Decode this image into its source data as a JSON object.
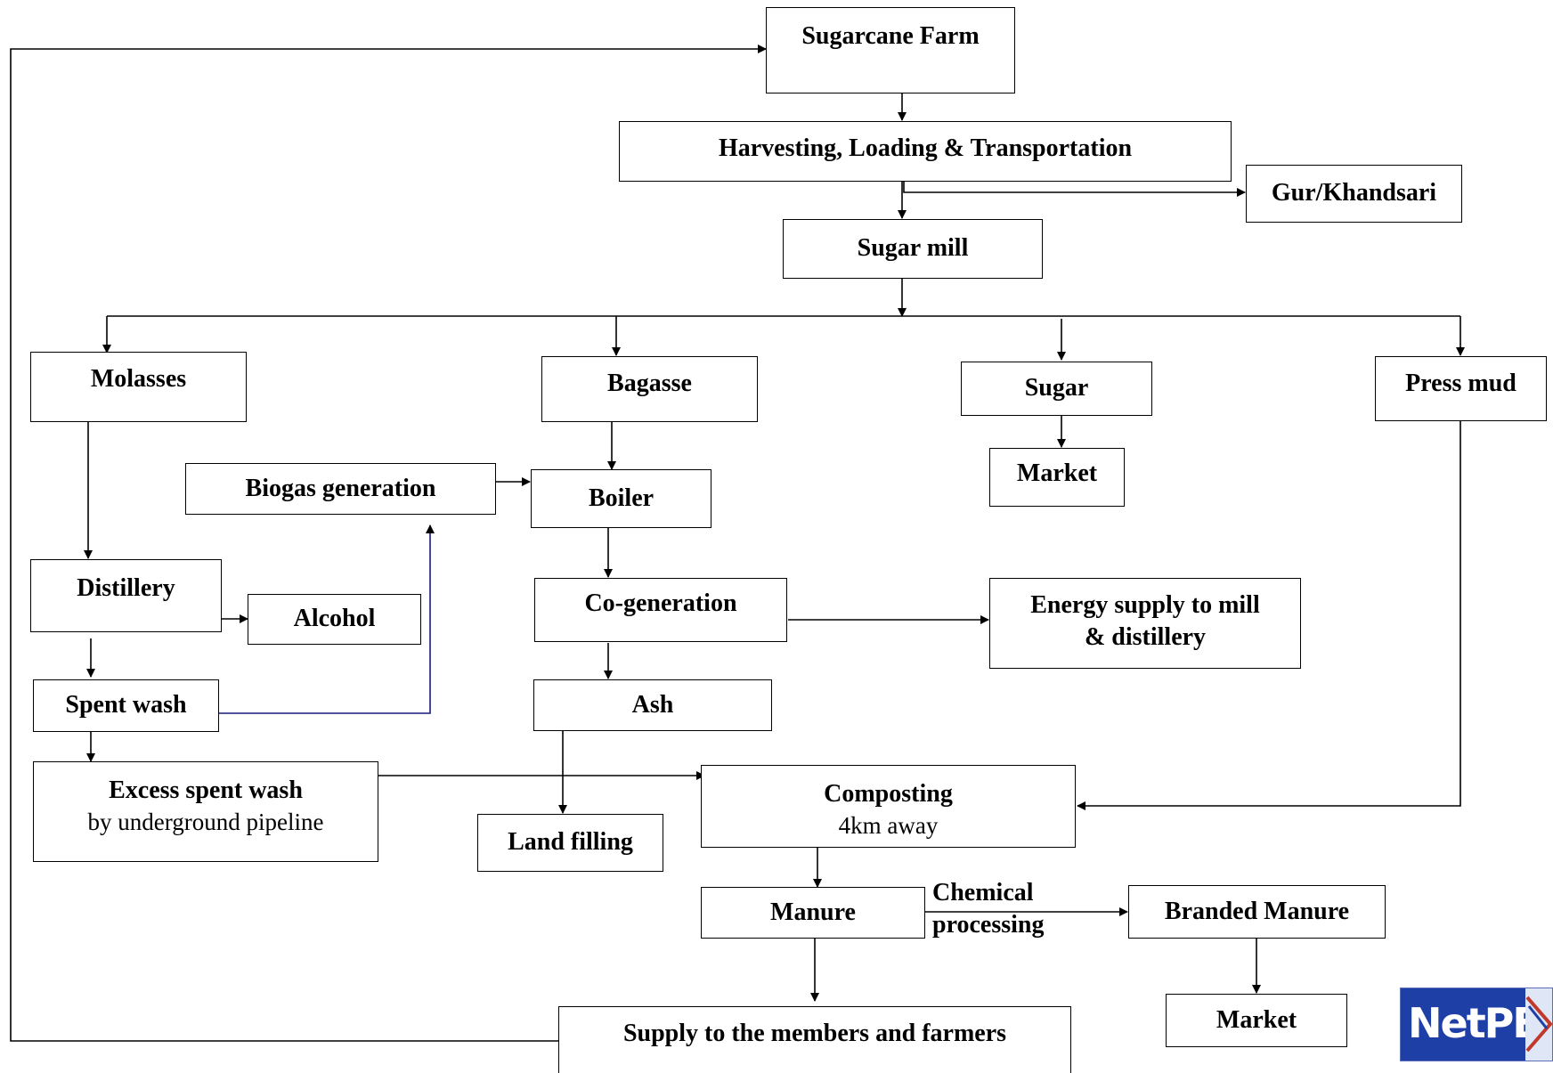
{
  "nodes": {
    "sugarcane_farm": "Sugarcane Farm",
    "harvesting": "Harvesting, Loading & Transportation",
    "gur_khandsari": "Gur/Khandsari",
    "sugar_mill": "Sugar mill",
    "molasses": "Molasses",
    "bagasse": "Bagasse",
    "sugar": "Sugar",
    "press_mud": "Press mud",
    "market_sugar": "Market",
    "biogas": "Biogas generation",
    "boiler": "Boiler",
    "distillery": "Distillery",
    "alcohol": "Alcohol",
    "cogeneration": "Co-generation",
    "energy_line1": "Energy  supply to mill",
    "energy_line2": "& distillery",
    "spent_wash": "Spent wash",
    "ash": "Ash",
    "excess_line1": "Excess spent wash",
    "excess_line2": "by underground  pipeline",
    "land_filling": "Land filling",
    "composting_line1": "Composting",
    "composting_line2": "4km away",
    "manure": "Manure",
    "branded_manure": "Branded Manure",
    "market_manure": "Market",
    "supply": "Supply to the members and farmers"
  },
  "edge_labels": {
    "chemical_line1": "Chemical",
    "chemical_line2": "processing"
  },
  "logo": {
    "text": "NetPEM"
  },
  "colors": {
    "line": "#000000",
    "spent_wash_link": "#1a1a7a",
    "logo_bg": "#1d3fa6"
  }
}
